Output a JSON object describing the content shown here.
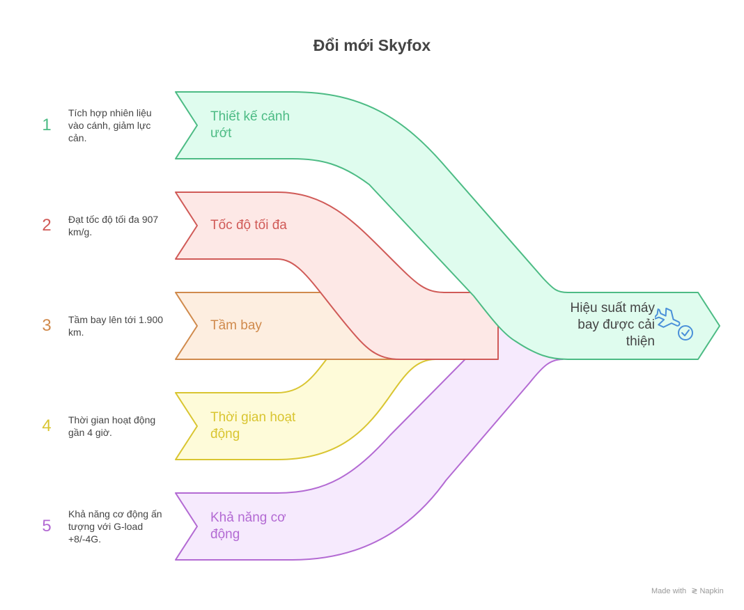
{
  "title": "Đổi mới Skyfox",
  "items": [
    {
      "number": "1",
      "label": "Thiết kế cánh ướt",
      "description": "Tích hợp nhiên liệu vào cánh, giảm lực cản.",
      "color": "#4cbb84",
      "fill": "#dffcee"
    },
    {
      "number": "2",
      "label": "Tốc độ tối đa",
      "description": "Đạt tốc độ tối đa 907 km/g.",
      "color": "#d05a57",
      "fill": "#fde8e6"
    },
    {
      "number": "3",
      "label": "Tầm bay",
      "description": "Tầm bay lên tới 1.900 km.",
      "color": "#d08a4c",
      "fill": "#fdeee0"
    },
    {
      "number": "4",
      "label": "Thời gian hoạt động",
      "description": "Thời gian hoạt động gần 4 giờ.",
      "color": "#d9c531",
      "fill": "#fefbd9"
    },
    {
      "number": "5",
      "label": "Khả năng cơ động",
      "description": "Khả năng cơ động ấn tượng với G-load +8/-4G.",
      "color": "#b36ad3",
      "fill": "#f6eafd"
    }
  ],
  "result": {
    "label": "Hiệu suất máy bay được cải thiện",
    "icon": "airplane-check-icon",
    "color": "#4a90d9"
  },
  "footer": {
    "made_with": "Made with",
    "brand": "Napkin"
  }
}
